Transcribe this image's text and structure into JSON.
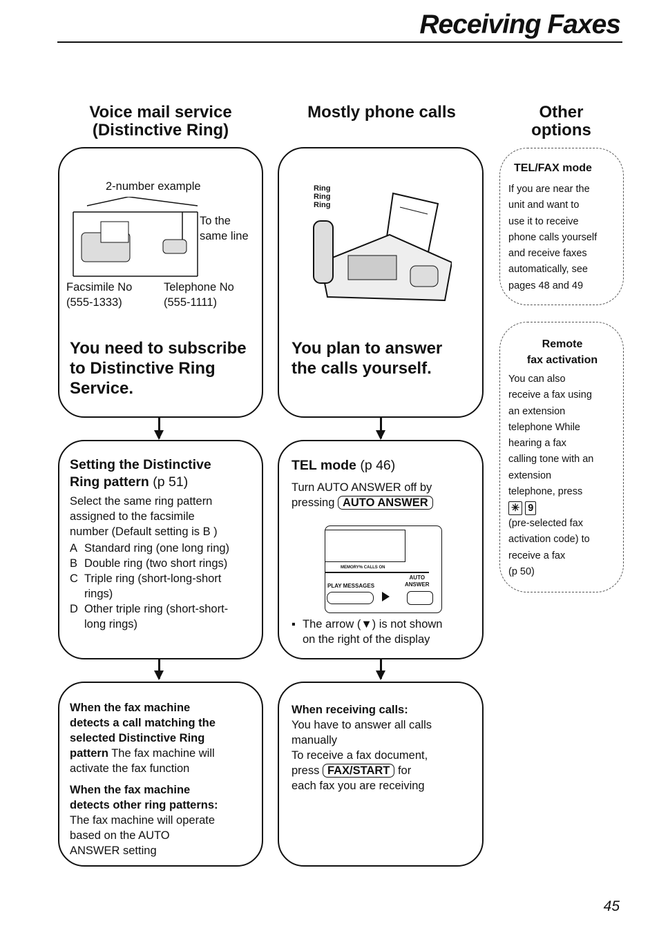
{
  "page_title": "Receiving Faxes",
  "page_number": "45",
  "columns": {
    "voice_mail": "Voice mail service\n(Distinctive Ring)",
    "phone_calls": "Mostly phone calls",
    "other": "Other\noptions"
  },
  "box_a": {
    "example_title": "2-number example",
    "same_line": "To the\nsame line",
    "facsimile_label": "Facsimile No\n(555-1333)",
    "telephone_label": "Telephone No\n(555-1111)",
    "headline": "You need to subscribe\nto Distinctive Ring\nService."
  },
  "box_b": {
    "ring_text": "Ring Ring Ring",
    "headline": "You plan to answer\nthe calls yourself."
  },
  "box_c": {
    "heading": "Setting the Distinctive\nRing pattern",
    "page_ref": " (p  51)",
    "body": "Select the same ring pattern\nassigned to the facsimile\nnumber  (Default setting is B )",
    "options": [
      {
        "letter": "A",
        "text": "Standard ring (one long ring)"
      },
      {
        "letter": "B",
        "text": "Double ring (two short rings)"
      },
      {
        "letter": "C",
        "text": "Triple ring (short-long-short\nrings)"
      },
      {
        "letter": "D",
        "text": "Other triple ring (short-short-\nlong rings)"
      }
    ]
  },
  "box_d": {
    "heading": "TEL mode",
    "page_ref": " (p  46)",
    "body_line1": "Turn AUTO ANSWER off by",
    "body_line2": "pressing ",
    "key": "AUTO ANSWER",
    "panel": {
      "memory": "MEMORY%  CALLS  ON",
      "play": "PLAY MESSAGES",
      "auto": "AUTO\nANSWER"
    },
    "note": "The arrow (▼) is not shown\non the right of the display"
  },
  "box_e": {
    "h1": "When the fax machine\ndetects a call matching the\nselected Distinctive Ring\npattern",
    "t1": "  The fax machine will\nactivate the fax function",
    "h2": "When the fax machine\ndetects other ring patterns:",
    "t2": "The fax machine will operate\nbased on the AUTO\nANSWER setting"
  },
  "box_f": {
    "h1": "When receiving calls:",
    "t1": "You have to answer all calls\nmanually\nTo receive a fax document,",
    "t2": "press ",
    "key": "FAX/START",
    "t3": " for\neach fax you are receiving"
  },
  "side1": {
    "heading": "TEL/FAX mode",
    "body": "If you are near the\nunit and want to\nuse it to receive\nphone calls yourself\nand receive faxes\nautomatically, see\npages 48 and 49"
  },
  "side2": {
    "heading": "Remote\nfax activation",
    "body": "You can also\nreceive a fax using\nan extension\ntelephone  While\nhearing a fax\ncalling tone with an\nextension\ntelephone, press",
    "keys": [
      "✳",
      "9"
    ],
    "body2": "(pre-selected fax\nactivation code) to\nreceive a fax\n(p  50)"
  }
}
